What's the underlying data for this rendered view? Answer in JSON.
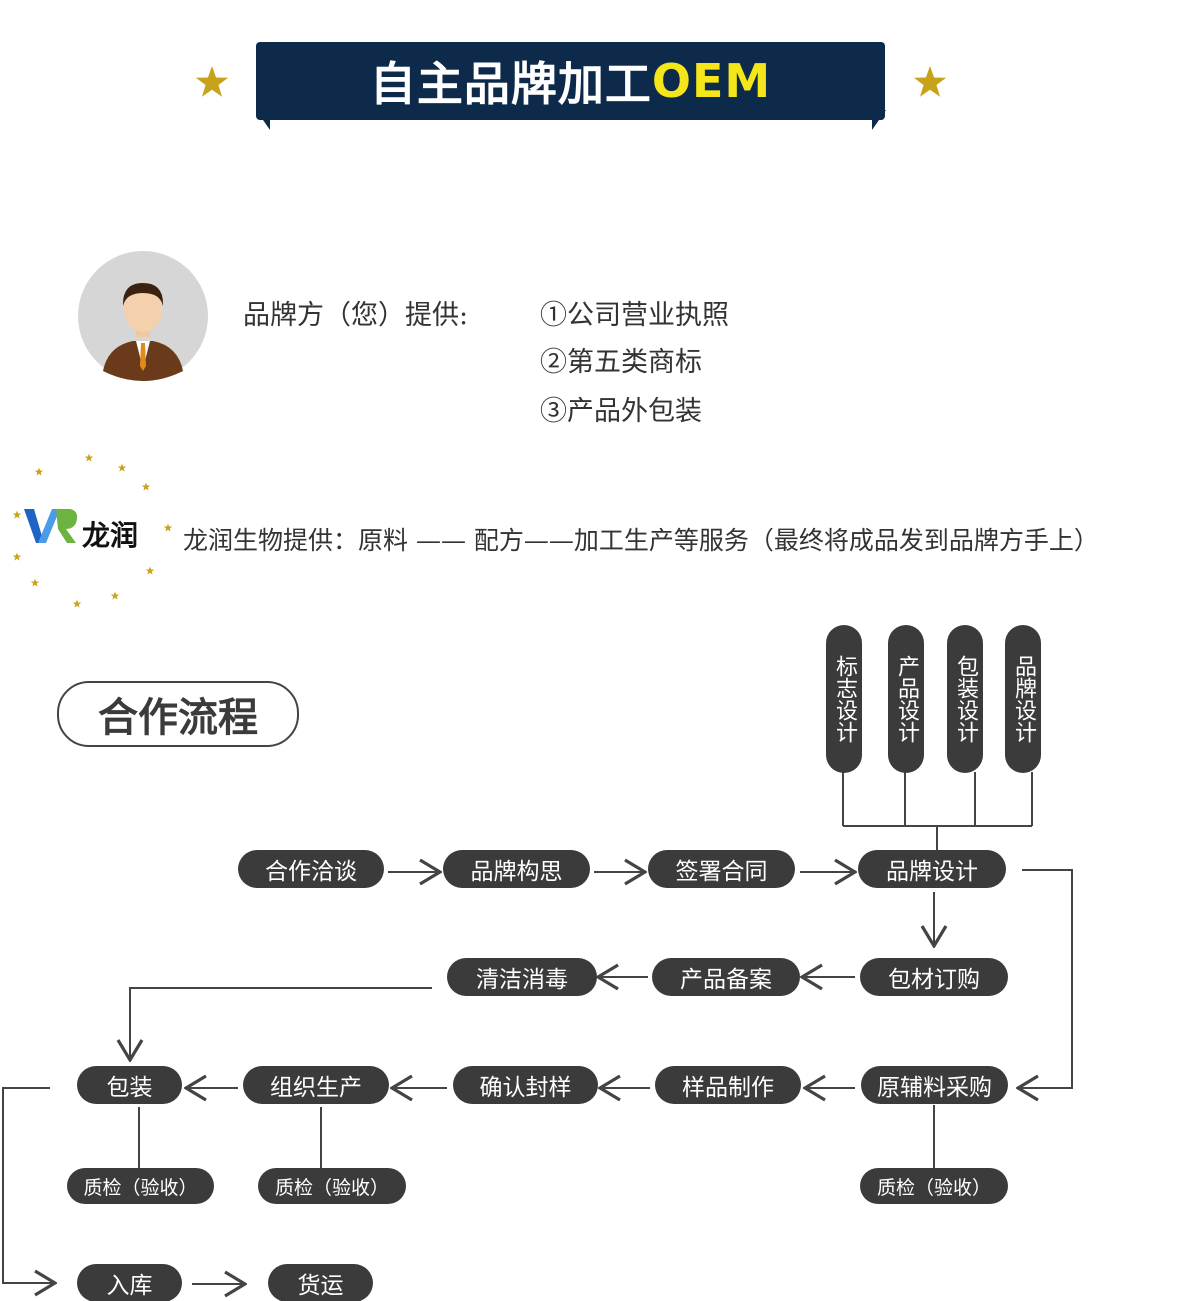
{
  "header": {
    "title": "自主品牌加工",
    "title_accent": "OEM",
    "accent_color": "#f5e51b",
    "banner_color": "#0d2a4a",
    "star_color": "#c9a21b"
  },
  "brand_owner": {
    "label": "品牌方（您）提供:",
    "items": [
      "①公司营业执照",
      "②第五类商标",
      "③产品外包装"
    ]
  },
  "provider": {
    "logo_text": "龙润",
    "logo_letters": "VR",
    "description": "龙润生物提供：原料 —— 配方——加工生产等服务（最终将成品发到品牌方手上）"
  },
  "process": {
    "title": "合作流程",
    "design_items": [
      "标志设计",
      "产品设计",
      "包装设计",
      "品牌设计"
    ],
    "row1": [
      "合作洽谈",
      "品牌构思",
      "签署合同",
      "品牌设计"
    ],
    "row2": [
      "清洁消毒",
      "产品备案",
      "包材订购"
    ],
    "row3": [
      "包装",
      "组织生产",
      "确认封样",
      "样品制作",
      "原辅料采购"
    ],
    "qc": [
      "质检（验收）",
      "质检（验收）",
      "质检（验收）"
    ],
    "row5": [
      "入库",
      "货运"
    ]
  }
}
